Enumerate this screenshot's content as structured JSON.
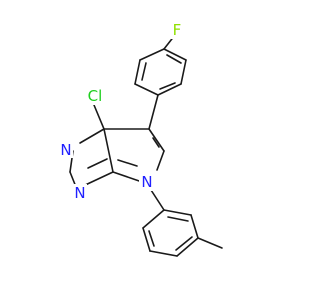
{
  "molecule": {
    "atoms": {
      "F": {
        "label": "F",
        "color": "#8fe000"
      },
      "Cl": {
        "label": "Cl",
        "color": "#1fcf1f"
      },
      "N_top": {
        "label": "N",
        "color": "#2020ff"
      },
      "N_bottom": {
        "label": "N",
        "color": "#2020ff"
      },
      "N_ring": {
        "label": "N",
        "color": "#2020ff"
      }
    },
    "bond_color": "#1a1a1a",
    "background": "#ffffff"
  }
}
